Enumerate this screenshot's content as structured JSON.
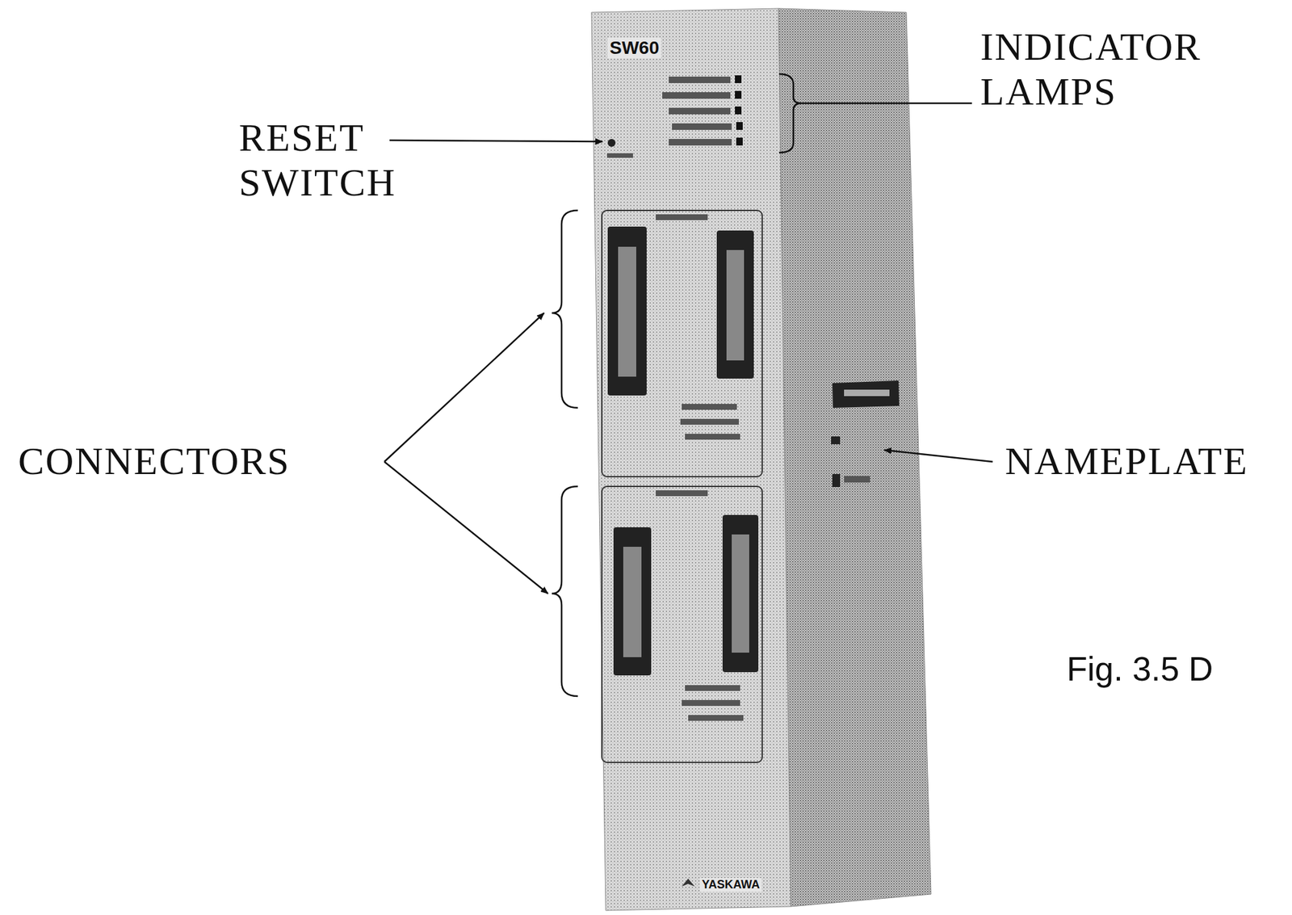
{
  "diagram": {
    "caption": "Fig. 3.5 D",
    "labels": [
      "SW60",
      "INDICATOR LAMPS",
      "RESET SWITCH",
      "CONNECTORS",
      "NAMEPLATE",
      "YASKAWA"
    ]
  }
}
